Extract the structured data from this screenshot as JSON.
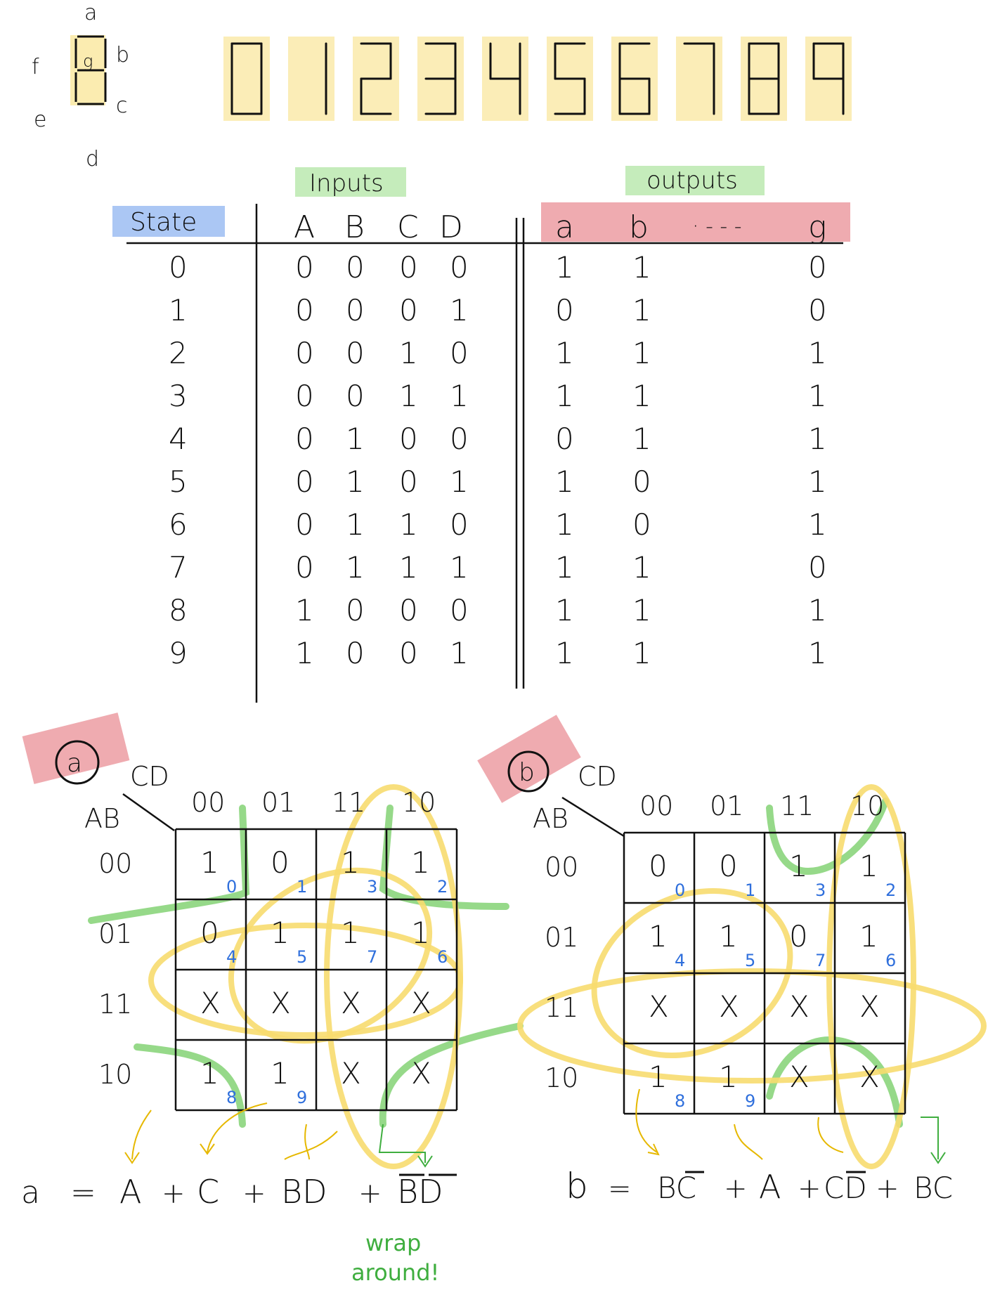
{
  "segment_diagram": {
    "labels": {
      "a": "a",
      "b": "b",
      "c": "c",
      "d": "d",
      "e": "e",
      "f": "f",
      "g": "g"
    }
  },
  "digits": [
    "0",
    "1",
    "2",
    "3",
    "4",
    "5",
    "6",
    "7",
    "8",
    "9"
  ],
  "table": {
    "header_state": "State",
    "header_inputs": "Inputs",
    "header_outputs": "outputs",
    "input_columns": [
      "A",
      "B",
      "C",
      "D"
    ],
    "output_header": {
      "first": "a",
      "second": "b",
      "dots": "· - - -",
      "last": "g"
    },
    "rows": [
      {
        "state": "0",
        "inputs": [
          "0",
          "0",
          "0",
          "0"
        ],
        "a": "1",
        "b": "1",
        "g": "0"
      },
      {
        "state": "1",
        "inputs": [
          "0",
          "0",
          "0",
          "1"
        ],
        "a": "0",
        "b": "1",
        "g": "0"
      },
      {
        "state": "2",
        "inputs": [
          "0",
          "0",
          "1",
          "0"
        ],
        "a": "1",
        "b": "1",
        "g": "1"
      },
      {
        "state": "3",
        "inputs": [
          "0",
          "0",
          "1",
          "1"
        ],
        "a": "1",
        "b": "1",
        "g": "1"
      },
      {
        "state": "4",
        "inputs": [
          "0",
          "1",
          "0",
          "0"
        ],
        "a": "0",
        "b": "1",
        "g": "1"
      },
      {
        "state": "5",
        "inputs": [
          "0",
          "1",
          "0",
          "1"
        ],
        "a": "1",
        "b": "0",
        "g": "1"
      },
      {
        "state": "6",
        "inputs": [
          "0",
          "1",
          "1",
          "0"
        ],
        "a": "1",
        "b": "0",
        "g": "1"
      },
      {
        "state": "7",
        "inputs": [
          "0",
          "1",
          "1",
          "1"
        ],
        "a": "1",
        "b": "1",
        "g": "0"
      },
      {
        "state": "8",
        "inputs": [
          "1",
          "0",
          "0",
          "0"
        ],
        "a": "1",
        "b": "1",
        "g": "1"
      },
      {
        "state": "9",
        "inputs": [
          "1",
          "0",
          "0",
          "1"
        ],
        "a": "1",
        "b": "1",
        "g": "1"
      }
    ]
  },
  "kmaps": [
    {
      "name": "a",
      "col_var": "CD",
      "row_var": "AB",
      "col_labels": [
        "00",
        "01",
        "11",
        "10"
      ],
      "row_labels": [
        "00",
        "01",
        "11",
        "10"
      ],
      "cells": [
        [
          "1",
          "0",
          "1",
          "1"
        ],
        [
          "0",
          "1",
          "1",
          "1"
        ],
        [
          "X",
          "X",
          "X",
          "X"
        ],
        [
          "1",
          "1",
          "X",
          "X"
        ]
      ],
      "indices": [
        [
          "0",
          "1",
          "3",
          "2"
        ],
        [
          "4",
          "5",
          "7",
          "6"
        ],
        [
          "",
          "",
          "",
          ""
        ],
        [
          "8",
          "9",
          "",
          ""
        ]
      ],
      "equation": {
        "lhs": "a",
        "eq": "=",
        "terms": [
          {
            "text": "A",
            "overline": false
          },
          {
            "text": "C",
            "overline": false
          },
          {
            "text": "BD",
            "overline": false
          },
          {
            "text": "BD",
            "overline": true
          }
        ]
      },
      "note": [
        "wrap",
        "around!"
      ]
    },
    {
      "name": "b",
      "col_var": "CD",
      "row_var": "AB",
      "col_labels": [
        "00",
        "01",
        "11",
        "10"
      ],
      "row_labels": [
        "00",
        "01",
        "11",
        "10"
      ],
      "cells": [
        [
          "0",
          "0",
          "1",
          "1"
        ],
        [
          "1",
          "1",
          "0",
          "1"
        ],
        [
          "X",
          "X",
          "X",
          "X"
        ],
        [
          "1",
          "1",
          "X",
          "X"
        ]
      ],
      "indices": [
        [
          "0",
          "1",
          "3",
          "2"
        ],
        [
          "4",
          "5",
          "7",
          "6"
        ],
        [
          "",
          "",
          "",
          ""
        ],
        [
          "8",
          "9",
          "",
          ""
        ]
      ],
      "equation": {
        "lhs": "b",
        "eq": "=",
        "terms": [
          {
            "text": "BC",
            "overline_last": true
          },
          {
            "text": "A",
            "overline_last": false
          },
          {
            "text": "CD",
            "overline_last": true
          },
          {
            "text": "BC",
            "overline_last": false
          }
        ]
      }
    }
  ],
  "colors": {
    "yellow": "#f7dc6f",
    "green": "#7ccf6c",
    "red": "#e8888f",
    "blue_label": "#8fb4f0",
    "index_blue": "#2f6fdc"
  }
}
